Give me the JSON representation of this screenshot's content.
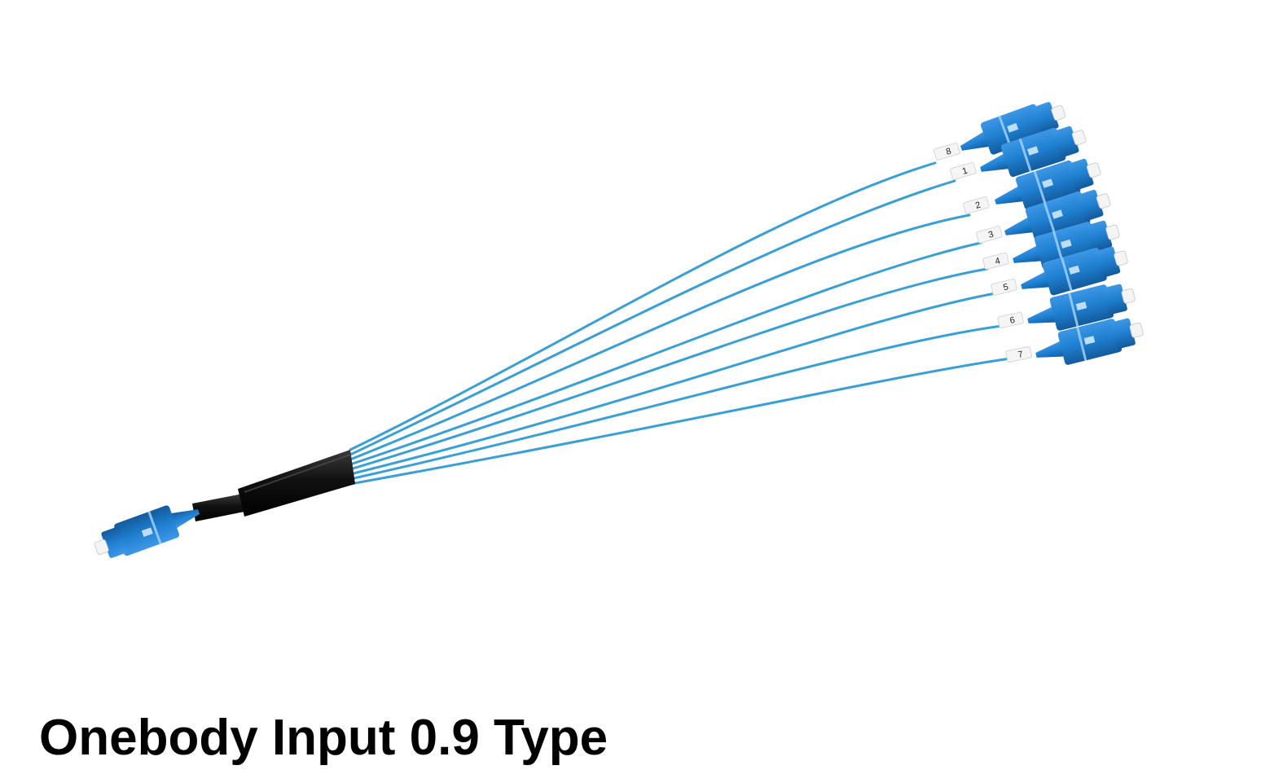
{
  "caption": "Onebody Input 0.9 Type",
  "colors": {
    "background": "#ffffff",
    "fiber": "#3a9fd4",
    "connector": "#1f7fd0",
    "connector_dark": "#155fa0",
    "boot": "#1f7fd0",
    "sleeve": "#1a1a1a",
    "ferrule_cap": "#f2f2f2",
    "label_tag": "#f5f5f5",
    "caption_text": "#000000"
  },
  "output_labels": [
    "8",
    "1",
    "2",
    "3",
    "4",
    "5",
    "6",
    "7"
  ],
  "icons": {
    "input_connector": "sc-connector-icon",
    "output_connector": "sc-connector-icon",
    "splitter_body": "splitter-sleeve-icon"
  }
}
